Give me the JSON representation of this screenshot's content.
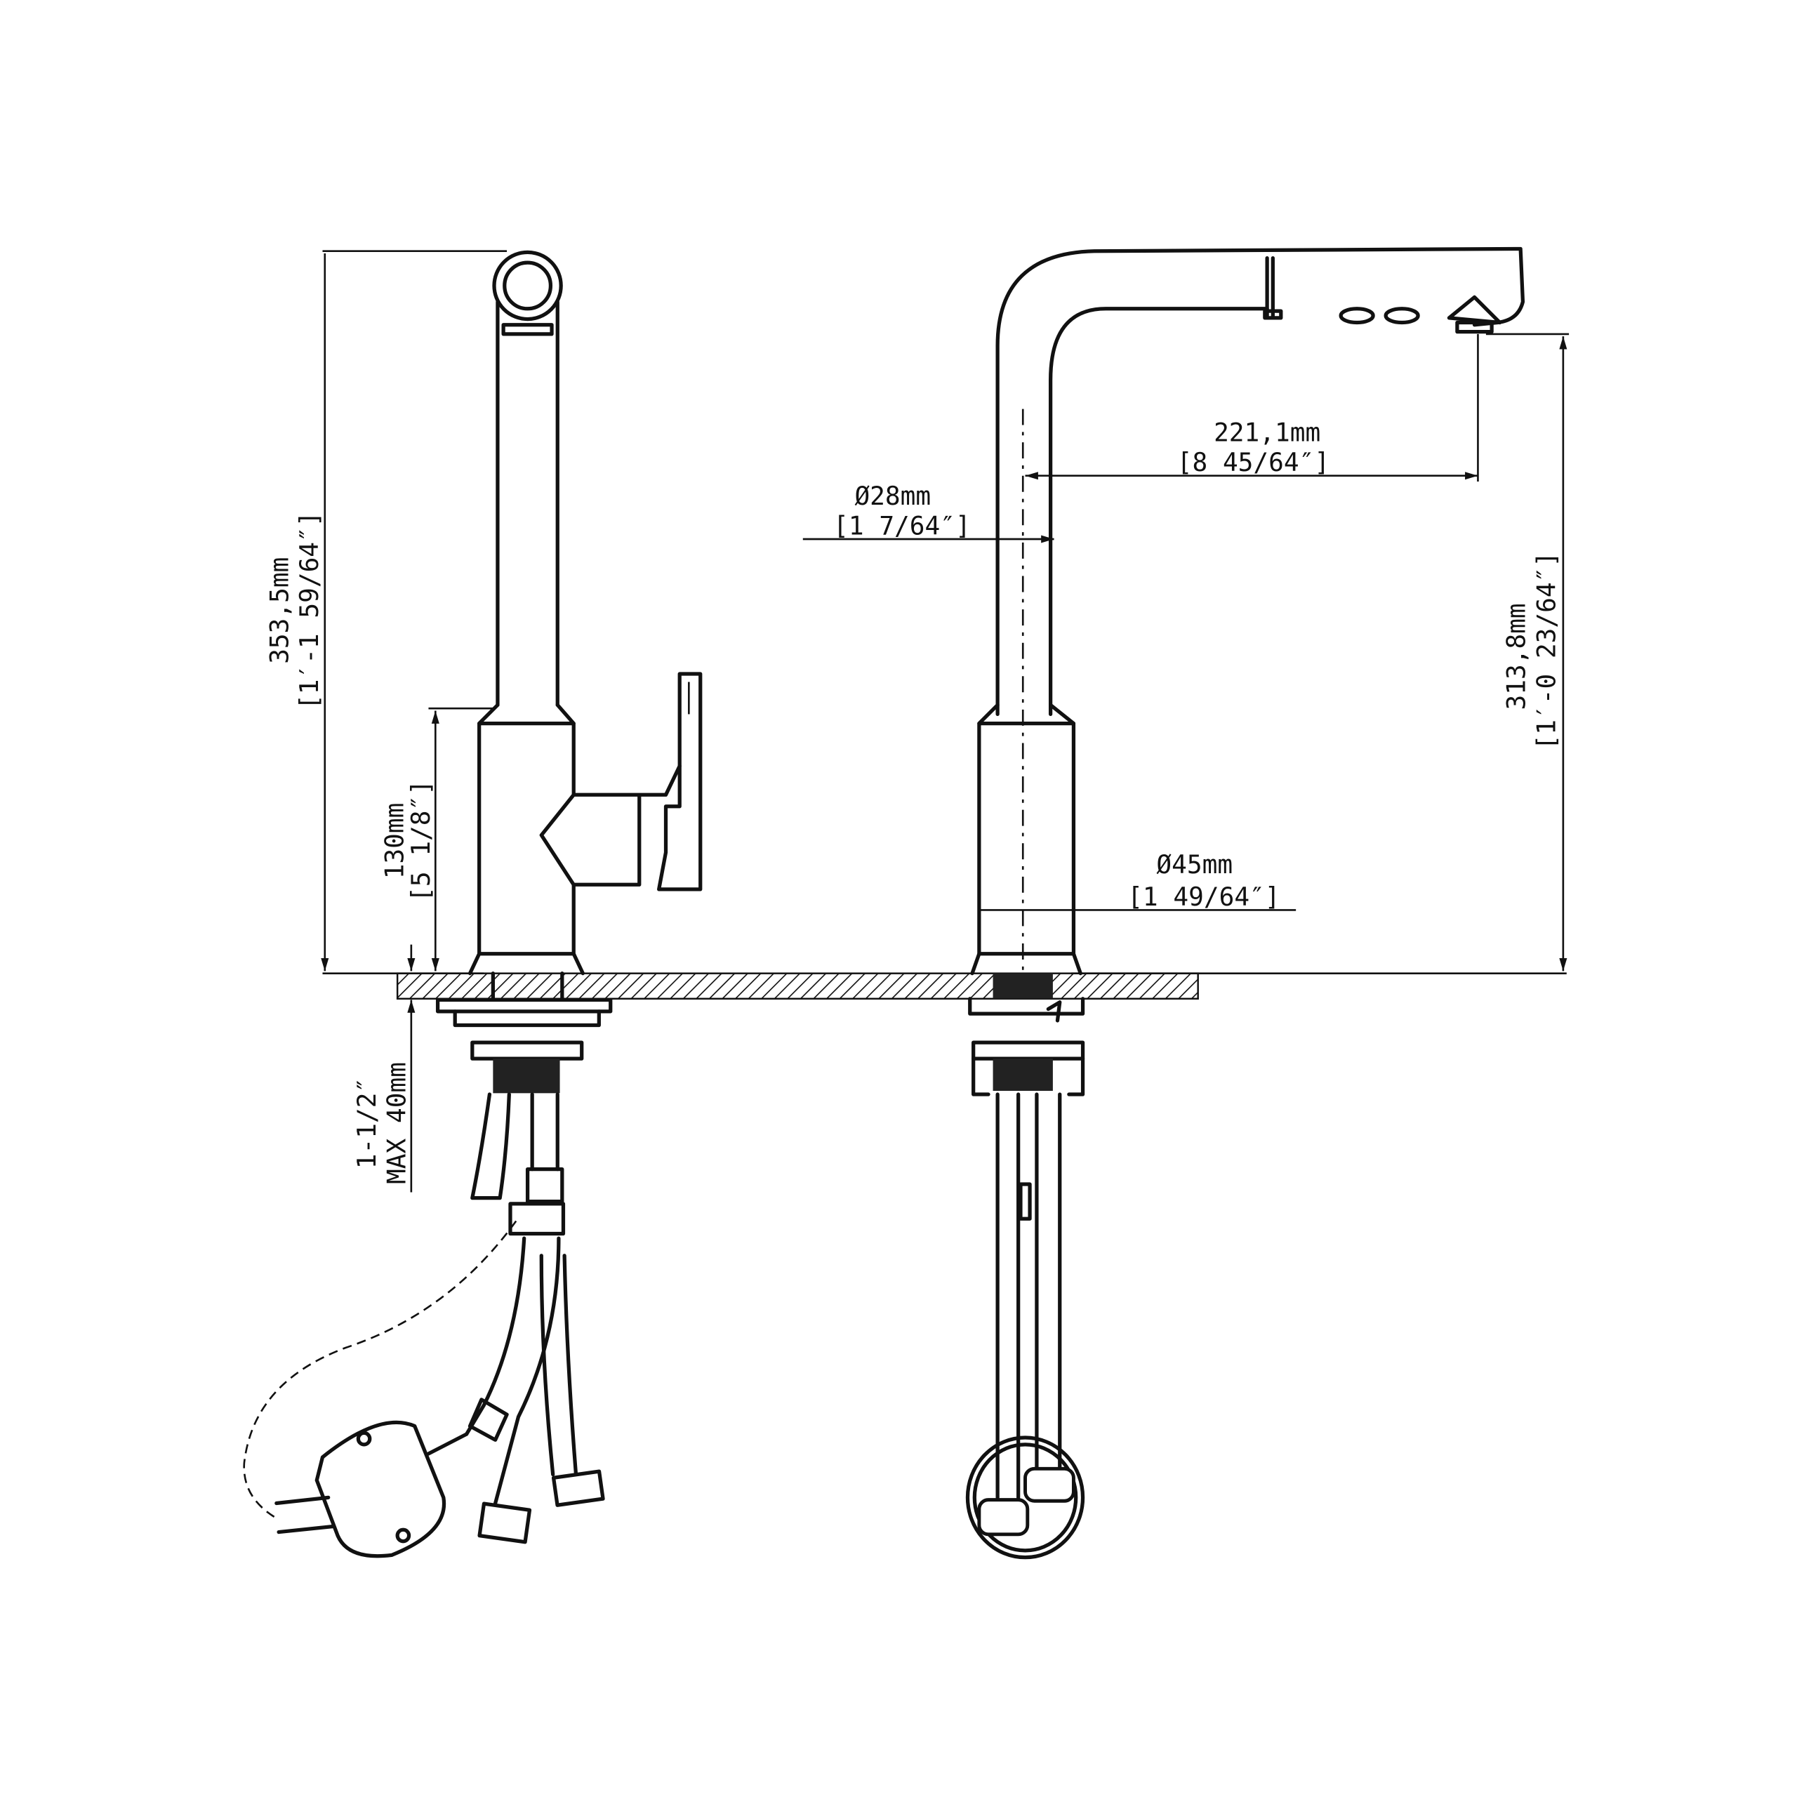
{
  "title": "Pull-out kitchen faucet dimension drawing",
  "dimensions": {
    "overall_height": {
      "mm": "353,5mm",
      "imperial": "[1′-1 59/64″]"
    },
    "body_height": {
      "mm": "130mm",
      "imperial": "[5 1/8″]"
    },
    "deck_thickness": {
      "line1": "1-1/2″",
      "line2": "MAX 40mm"
    },
    "spout_diameter": {
      "mm": "Ø28mm",
      "imperial": "[1 7/64″]"
    },
    "spout_reach": {
      "mm": "221,1mm",
      "imperial": "[8 45/64″]"
    },
    "body_diameter": {
      "mm": "Ø45mm",
      "imperial": "[1 49/64″]"
    },
    "spout_height": {
      "mm": "313,8mm",
      "imperial": "[1′-0 23/64″]"
    }
  },
  "colors": {
    "line": "#111111",
    "background": "#ffffff"
  }
}
